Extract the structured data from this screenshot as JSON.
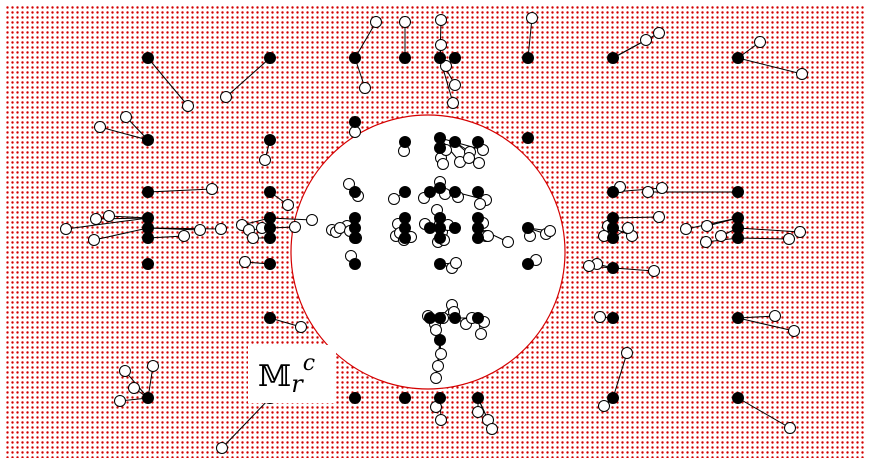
{
  "figure": {
    "label_main": "𝕄",
    "label_sub": "r",
    "label_sup": "c",
    "colors": {
      "background_dots": "#d40000",
      "circle_outline": "#d40000",
      "circle_fill": "#ffffff",
      "points_filled": "#000000",
      "points_hollow_stroke": "#000000",
      "links": "#000000"
    }
  }
}
